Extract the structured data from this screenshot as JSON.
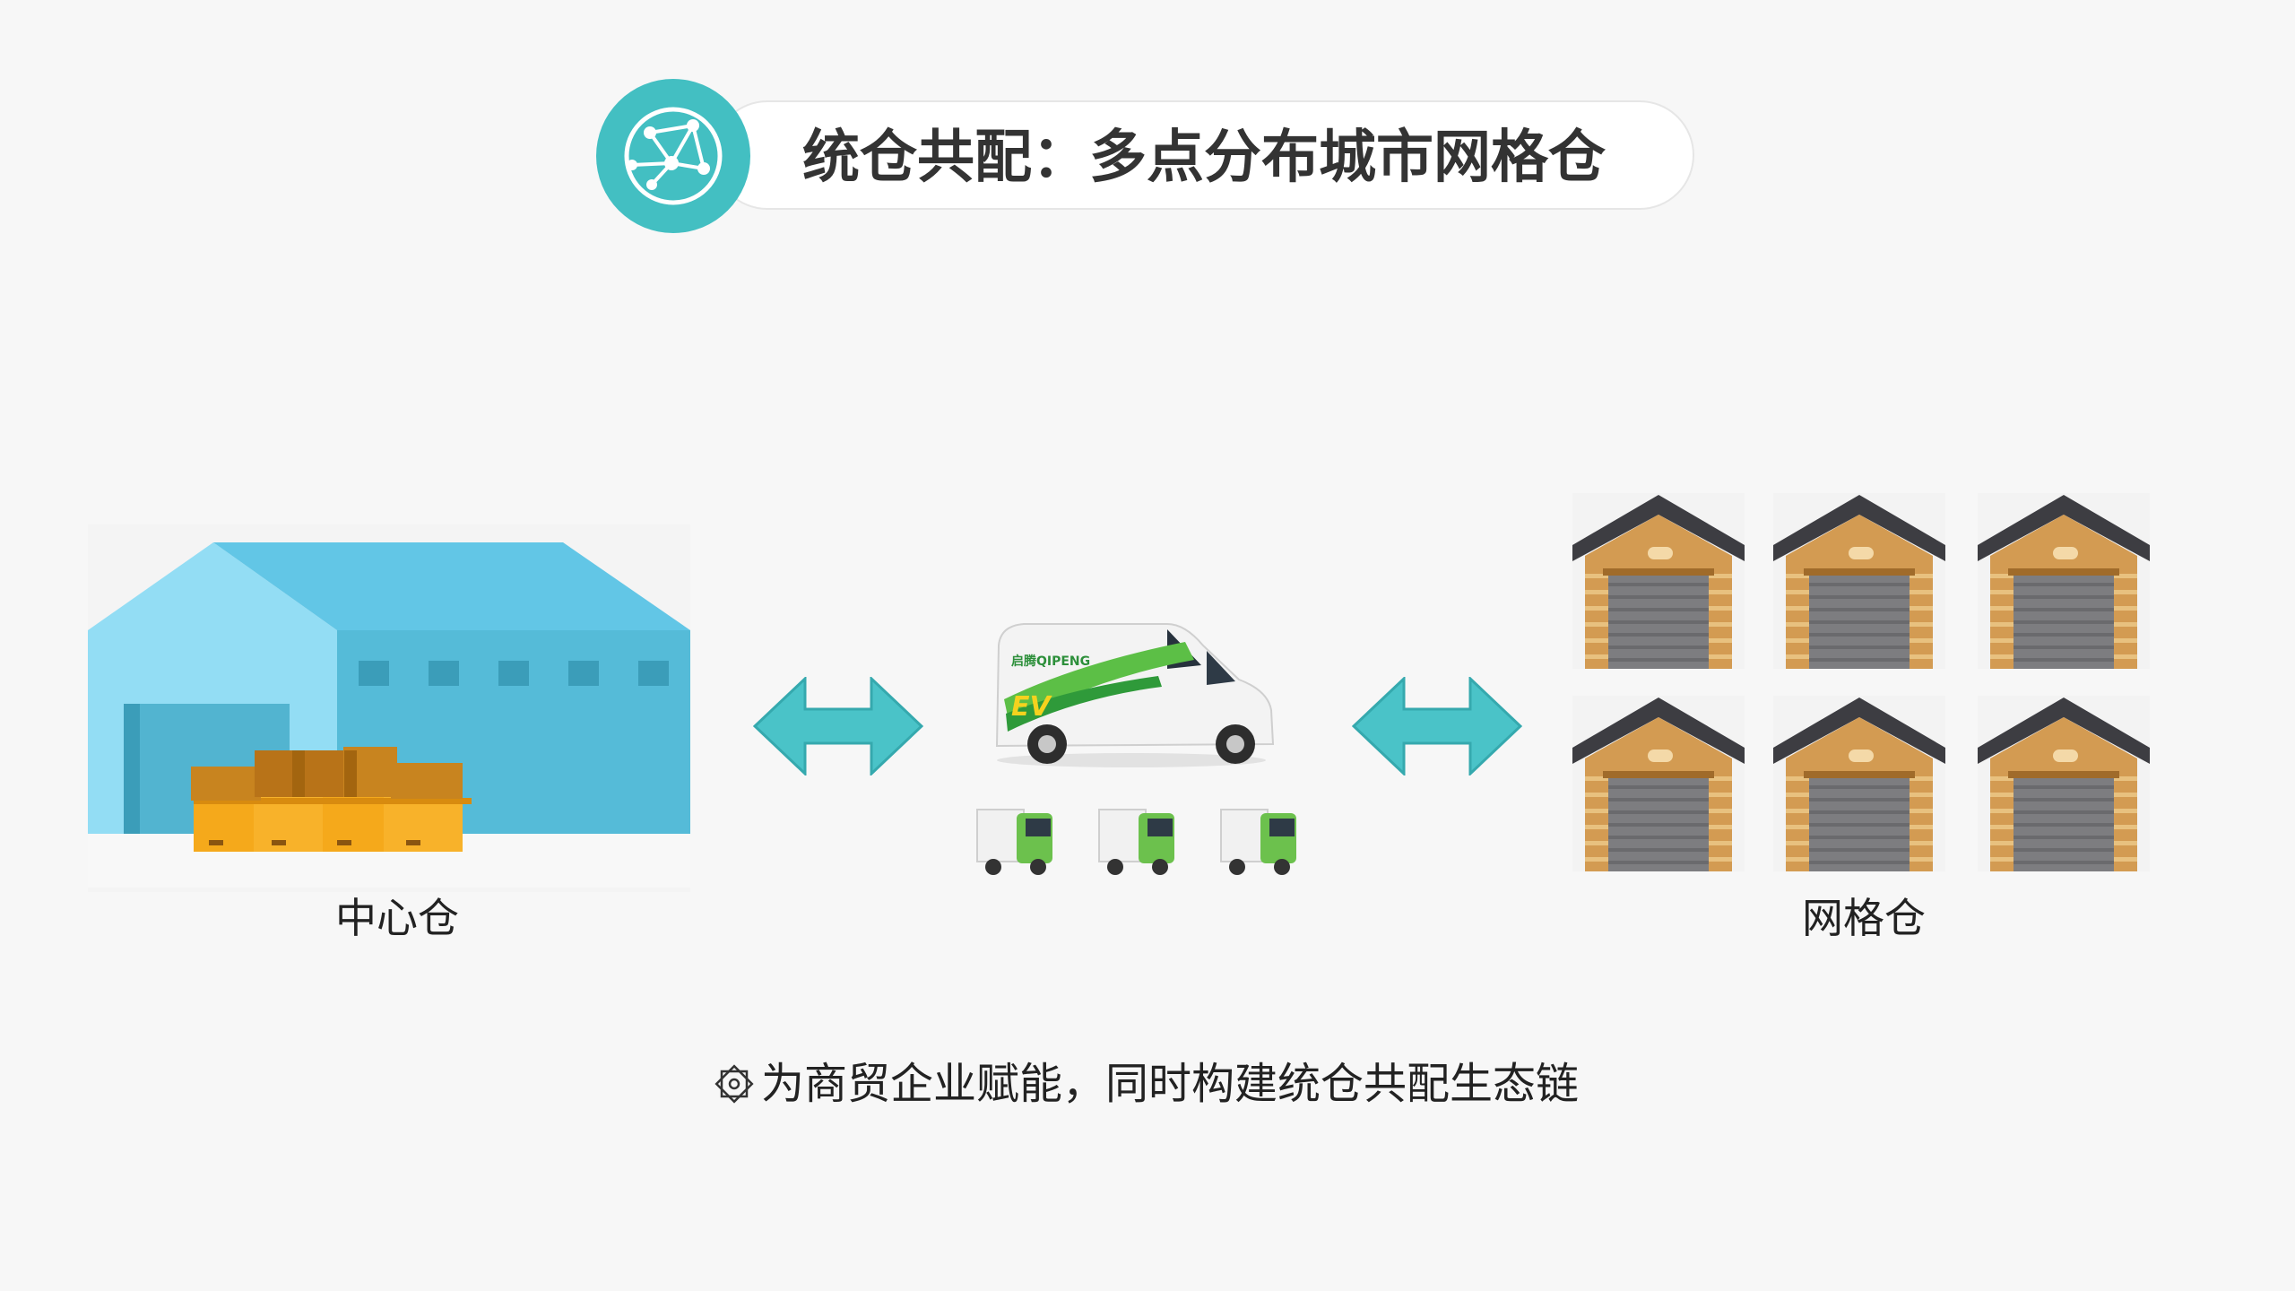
{
  "title": "统仓共配：多点分布城市网格仓",
  "icons": {
    "title_icon": "network-globe-icon",
    "footer_icon": "diamond-bullet-icon"
  },
  "labels": {
    "central_warehouse": "中心仓",
    "grid_warehouse": "网格仓"
  },
  "van_branding": {
    "brand": "启腾QIPENG",
    "badge": "EV"
  },
  "footer": {
    "text": "为商贸企业赋能，同时构建统仓共配生态链"
  },
  "colors": {
    "accent": "#43bfc2",
    "warehouse_light": "#8fdcf2",
    "warehouse_main": "#5bbfdb",
    "box_orange": "#f5a91b",
    "roof_dark": "#3d3d42",
    "hut_wood": "#d39b52",
    "door_gray": "#7d7d80"
  }
}
